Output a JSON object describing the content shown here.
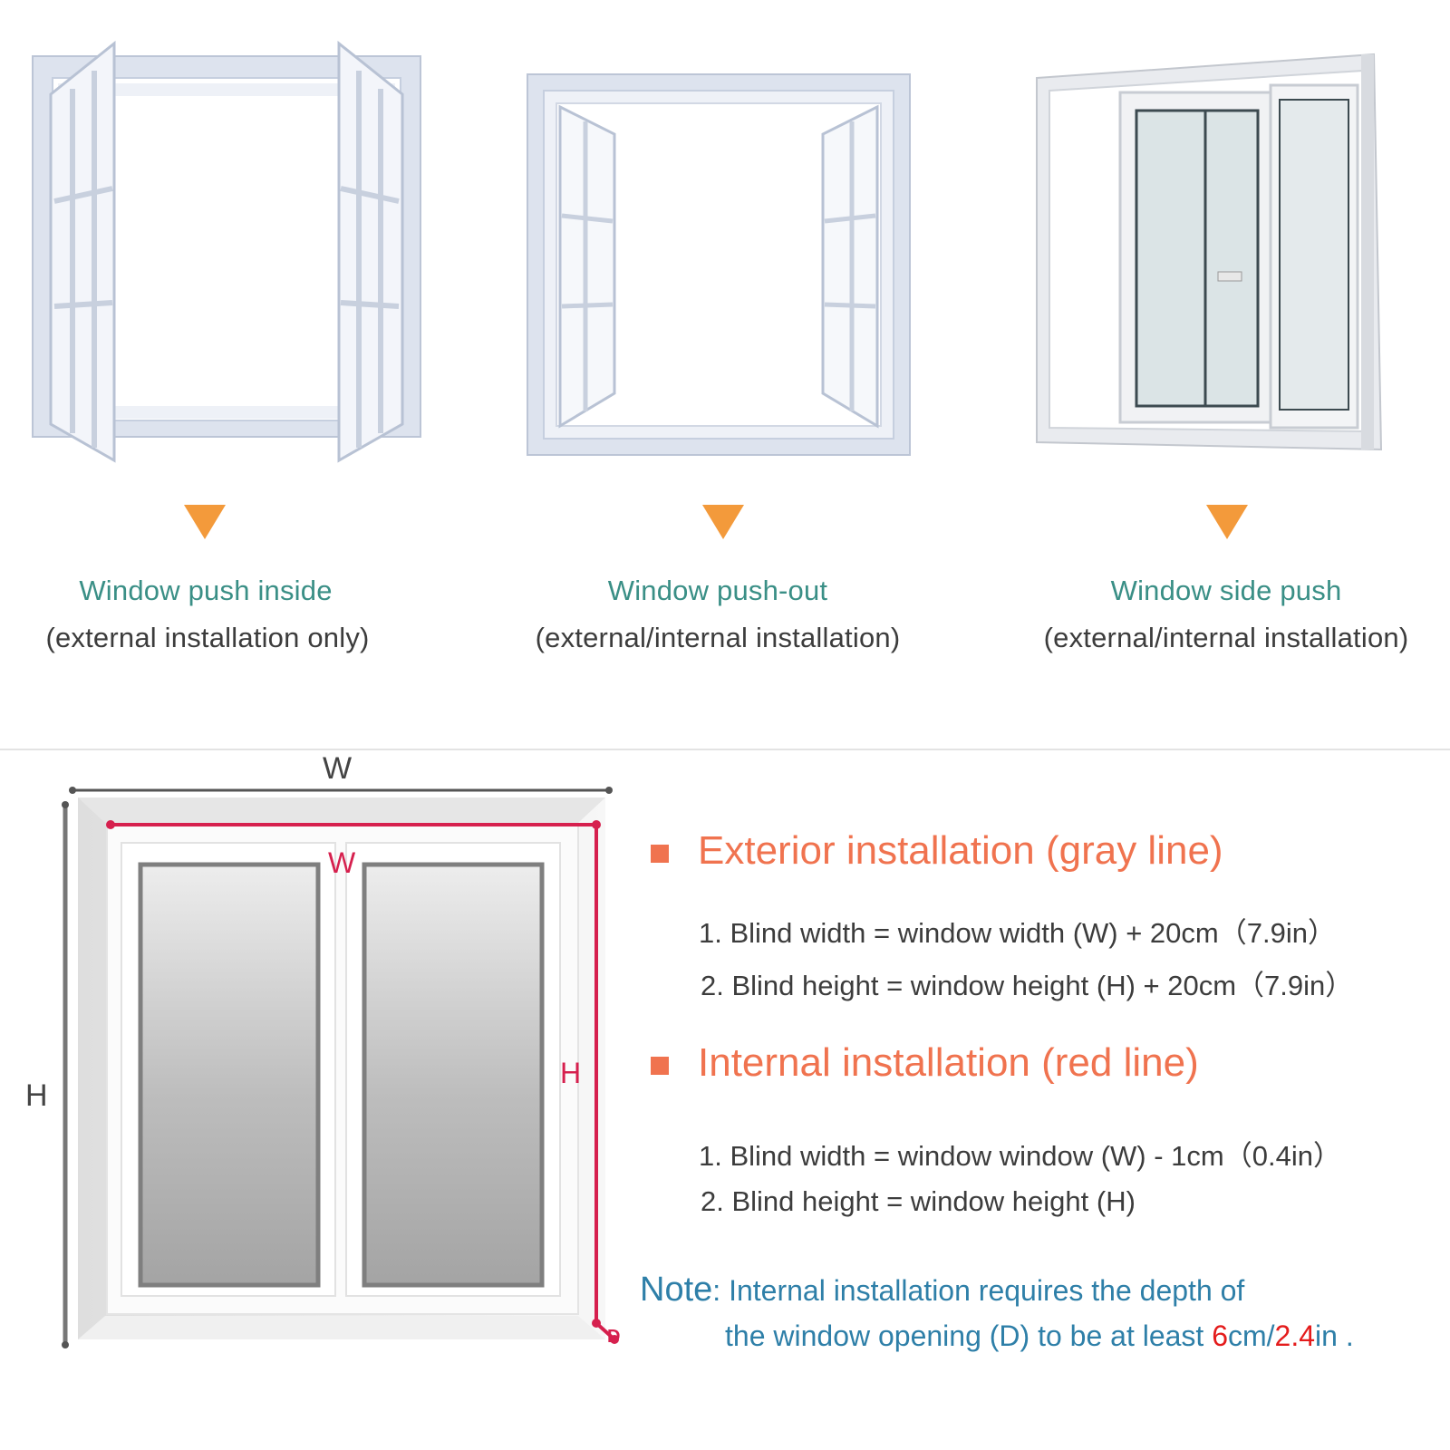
{
  "window_types": [
    {
      "title": "Window push inside",
      "subtitle": "(external installation only)",
      "icon": "casement-inward-window-icon"
    },
    {
      "title": "Window push-out",
      "subtitle": "(external/internal installation)",
      "icon": "casement-outward-window-icon"
    },
    {
      "title": "Window side push",
      "subtitle": "(external/internal installation)",
      "icon": "sliding-window-icon"
    }
  ],
  "diagram": {
    "outer_width_label": "W",
    "outer_height_label": "H",
    "inner_width_label": "W",
    "inner_height_label": "H",
    "depth_label": "D"
  },
  "exterior": {
    "heading": "Exterior installation (gray line)",
    "rule1": "1. Blind width = window width (W) + 20cm（7.9in）",
    "rule2": "2. Blind height = window height (H) + 20cm（7.9in）"
  },
  "internal": {
    "heading": "Internal installation (red line)",
    "rule1": "1. Blind width = window window (W) - 1cm（0.4in）",
    "rule2": "2. Blind height = window height (H)"
  },
  "note": {
    "label": "Note",
    "line1": ": Internal installation requires the depth of",
    "line2_prefix": "the window opening (D) to be at least ",
    "value_cm": "6",
    "cm_sep": "cm/",
    "value_in": "2.4",
    "in_suffix": "in ."
  },
  "colors": {
    "accent_orange": "#f39a3b",
    "heading_coral": "#f0734f",
    "title_teal": "#3a8f86",
    "note_blue": "#2e7fa8",
    "highlight_red": "#e41c1c",
    "internal_line": "#d6204e",
    "exterior_line": "#555555"
  }
}
